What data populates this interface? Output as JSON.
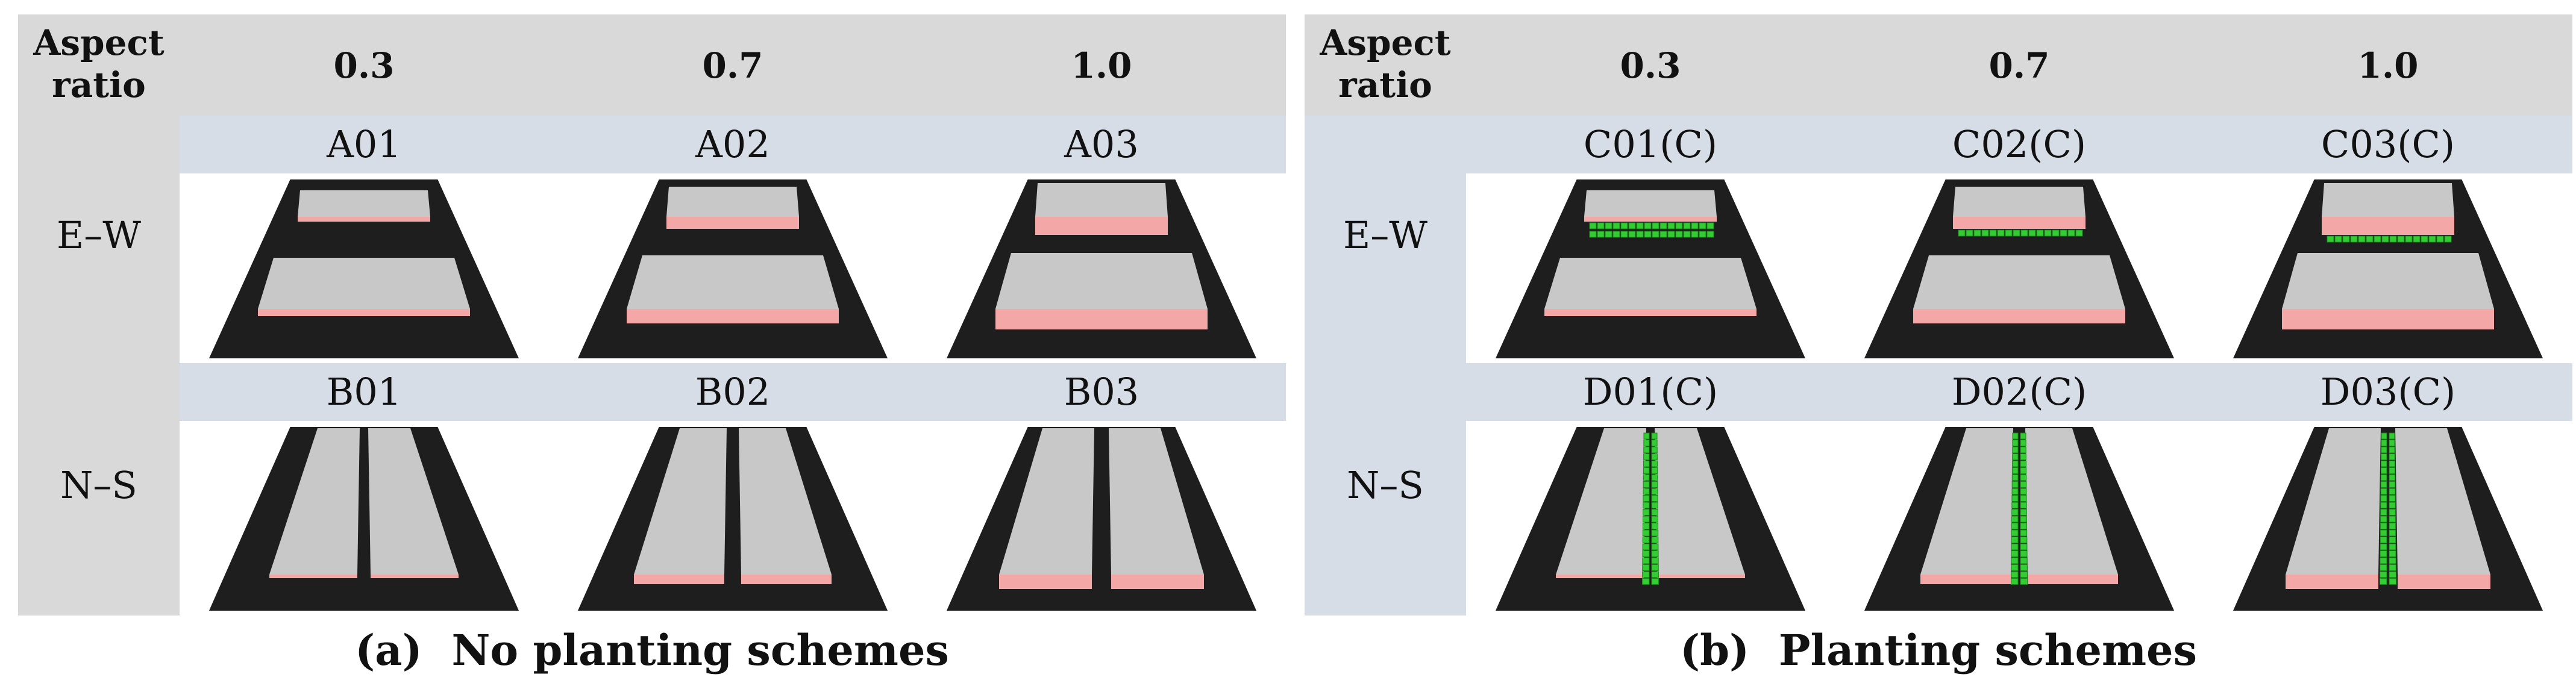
{
  "colors": {
    "header_bg": "#d9d9d9",
    "code_band_bg": "#d6dde6",
    "ground": "#1e1e1e",
    "building_top": "#c8c8c8",
    "building_face": "#f4a7a7",
    "tree": "#33cc33"
  },
  "panels": [
    {
      "header_label": "Aspect\nratio",
      "ratios": [
        "0.3",
        "0.7",
        "1.0"
      ],
      "rows": [
        {
          "label": "E–W",
          "orientation": "ew",
          "codes": [
            "A01",
            "A02",
            "A03"
          ]
        },
        {
          "label": "N–S",
          "orientation": "ns",
          "codes": [
            "B01",
            "B02",
            "B03"
          ]
        }
      ],
      "planting": false,
      "caption": "(a)  No planting schemes"
    },
    {
      "header_label": "Aspect\nratio",
      "ratios": [
        "0.3",
        "0.7",
        "1.0"
      ],
      "rows": [
        {
          "label": "E–W",
          "orientation": "ew",
          "codes": [
            "C01(C)",
            "C02(C)",
            "C03(C)"
          ]
        },
        {
          "label": "N–S",
          "orientation": "ns",
          "codes": [
            "D01(C)",
            "D02(C)",
            "D03(C)"
          ]
        }
      ],
      "planting": true,
      "caption": "(b)  Planting schemes"
    }
  ]
}
